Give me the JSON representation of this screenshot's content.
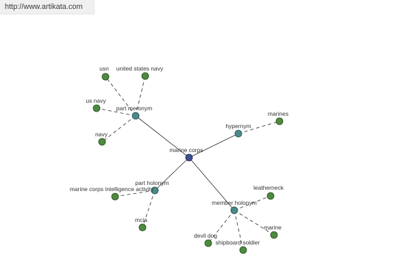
{
  "watermark": {
    "url": "http://www.artikata.com"
  },
  "graph": {
    "colors": {
      "center": "#3f4f8f",
      "relation": "#4a8a8a",
      "leaf": "#4e8a40",
      "edge": "#222222"
    },
    "center": {
      "id": "marine-corps",
      "label": "marine corps"
    },
    "relations": [
      {
        "id": "part-meronym",
        "label": "part meronym"
      },
      {
        "id": "hypernym",
        "label": "hypernym"
      },
      {
        "id": "part-holonym",
        "label": "part holonym"
      },
      {
        "id": "member-holonym",
        "label": "member holonym"
      }
    ],
    "leaves": [
      {
        "id": "usn",
        "label": "usn",
        "parent": "part-meronym"
      },
      {
        "id": "united-states-navy",
        "label": "united states navy",
        "parent": "part-meronym"
      },
      {
        "id": "us-navy",
        "label": "us navy",
        "parent": "part-meronym"
      },
      {
        "id": "navy",
        "label": "navy",
        "parent": "part-meronym"
      },
      {
        "id": "marines",
        "label": "marines",
        "parent": "hypernym"
      },
      {
        "id": "marine-corps-intelligence-activity",
        "label": "marine corps intelligence activity",
        "parent": "part-holonym"
      },
      {
        "id": "mcia",
        "label": "mcia",
        "parent": "part-holonym"
      },
      {
        "id": "leatherneck",
        "label": "leatherneck",
        "parent": "member-holonym"
      },
      {
        "id": "marine",
        "label": "marine",
        "parent": "member-holonym"
      },
      {
        "id": "devil-dog",
        "label": "devil dog",
        "parent": "member-holonym"
      },
      {
        "id": "shipboard-soldier",
        "label": "shipboard soldier",
        "parent": "member-holonym"
      }
    ]
  }
}
